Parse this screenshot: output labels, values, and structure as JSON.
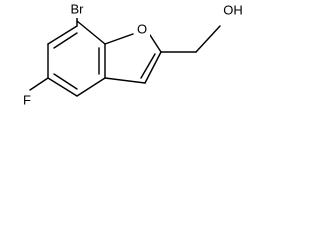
{
  "molecule": {
    "atoms": {
      "bromine": "Br",
      "fluorine": "F",
      "oxygen_ring": "O",
      "hydroxyl": "OH"
    }
  }
}
